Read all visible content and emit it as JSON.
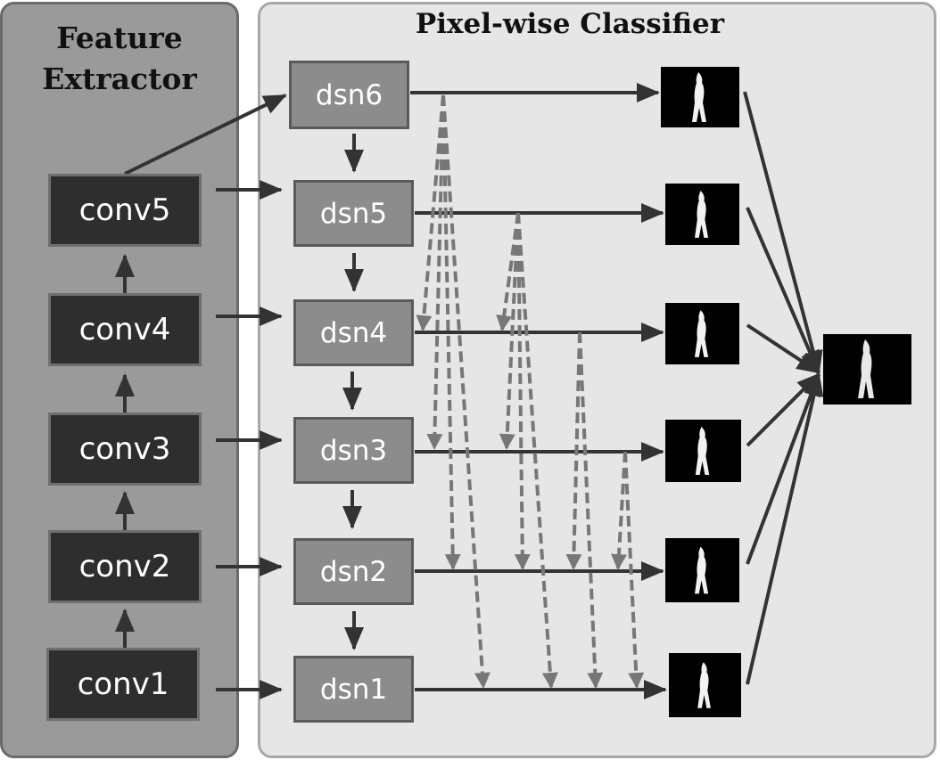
{
  "feature_extractor": {
    "title_line1": "Feature",
    "title_line2": "Extractor",
    "layers": [
      "conv1",
      "conv2",
      "conv3",
      "conv4",
      "conv5"
    ]
  },
  "classifier": {
    "title": "Pixel-wise Classifier",
    "outputs": [
      "dsn1",
      "dsn2",
      "dsn3",
      "dsn4",
      "dsn5",
      "dsn6"
    ]
  },
  "icons": {
    "side_output": "silhouette-mask-icon",
    "fused_output": "silhouette-mask-icon"
  },
  "colors": {
    "feature_panel": "#9a9a9a",
    "classifier_panel": "#e6e6e6",
    "conv_box": "#2e2e2e",
    "dsn_box": "#8c8c8c",
    "solid_arrow": "#333333",
    "dashed_arrow": "#777777"
  }
}
